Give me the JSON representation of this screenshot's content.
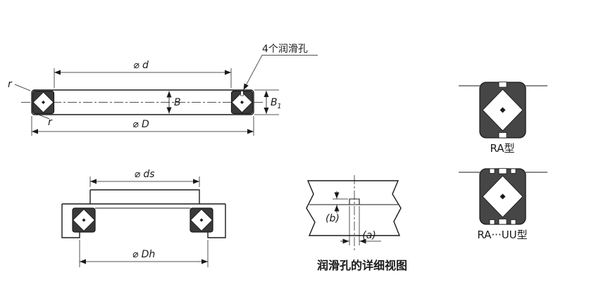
{
  "drawing": {
    "colors": {
      "line": "#1a1a1a",
      "section_fill": "#3a3a3a",
      "symbol_fill": "#464646",
      "background": "#ffffff"
    },
    "fig_section": {
      "lube_label": "4个润滑孔",
      "dim_d": "⌀ d",
      "dim_D": "⌀ D",
      "dim_B": "B",
      "dim_B1_base": "B",
      "dim_B1_sub": "1",
      "r_top": "r",
      "r_bottom": "r"
    },
    "fig_mounted": {
      "dim_ds": "⌀ ds",
      "dim_Dh": "⌀ Dh"
    },
    "fig_detail": {
      "dim_b": "(b)",
      "dim_a": "(a)",
      "caption": "润滑孔的详细视图"
    },
    "fig_types": {
      "ra_label": "RA型",
      "rauu_label": "RA···UU型"
    }
  }
}
